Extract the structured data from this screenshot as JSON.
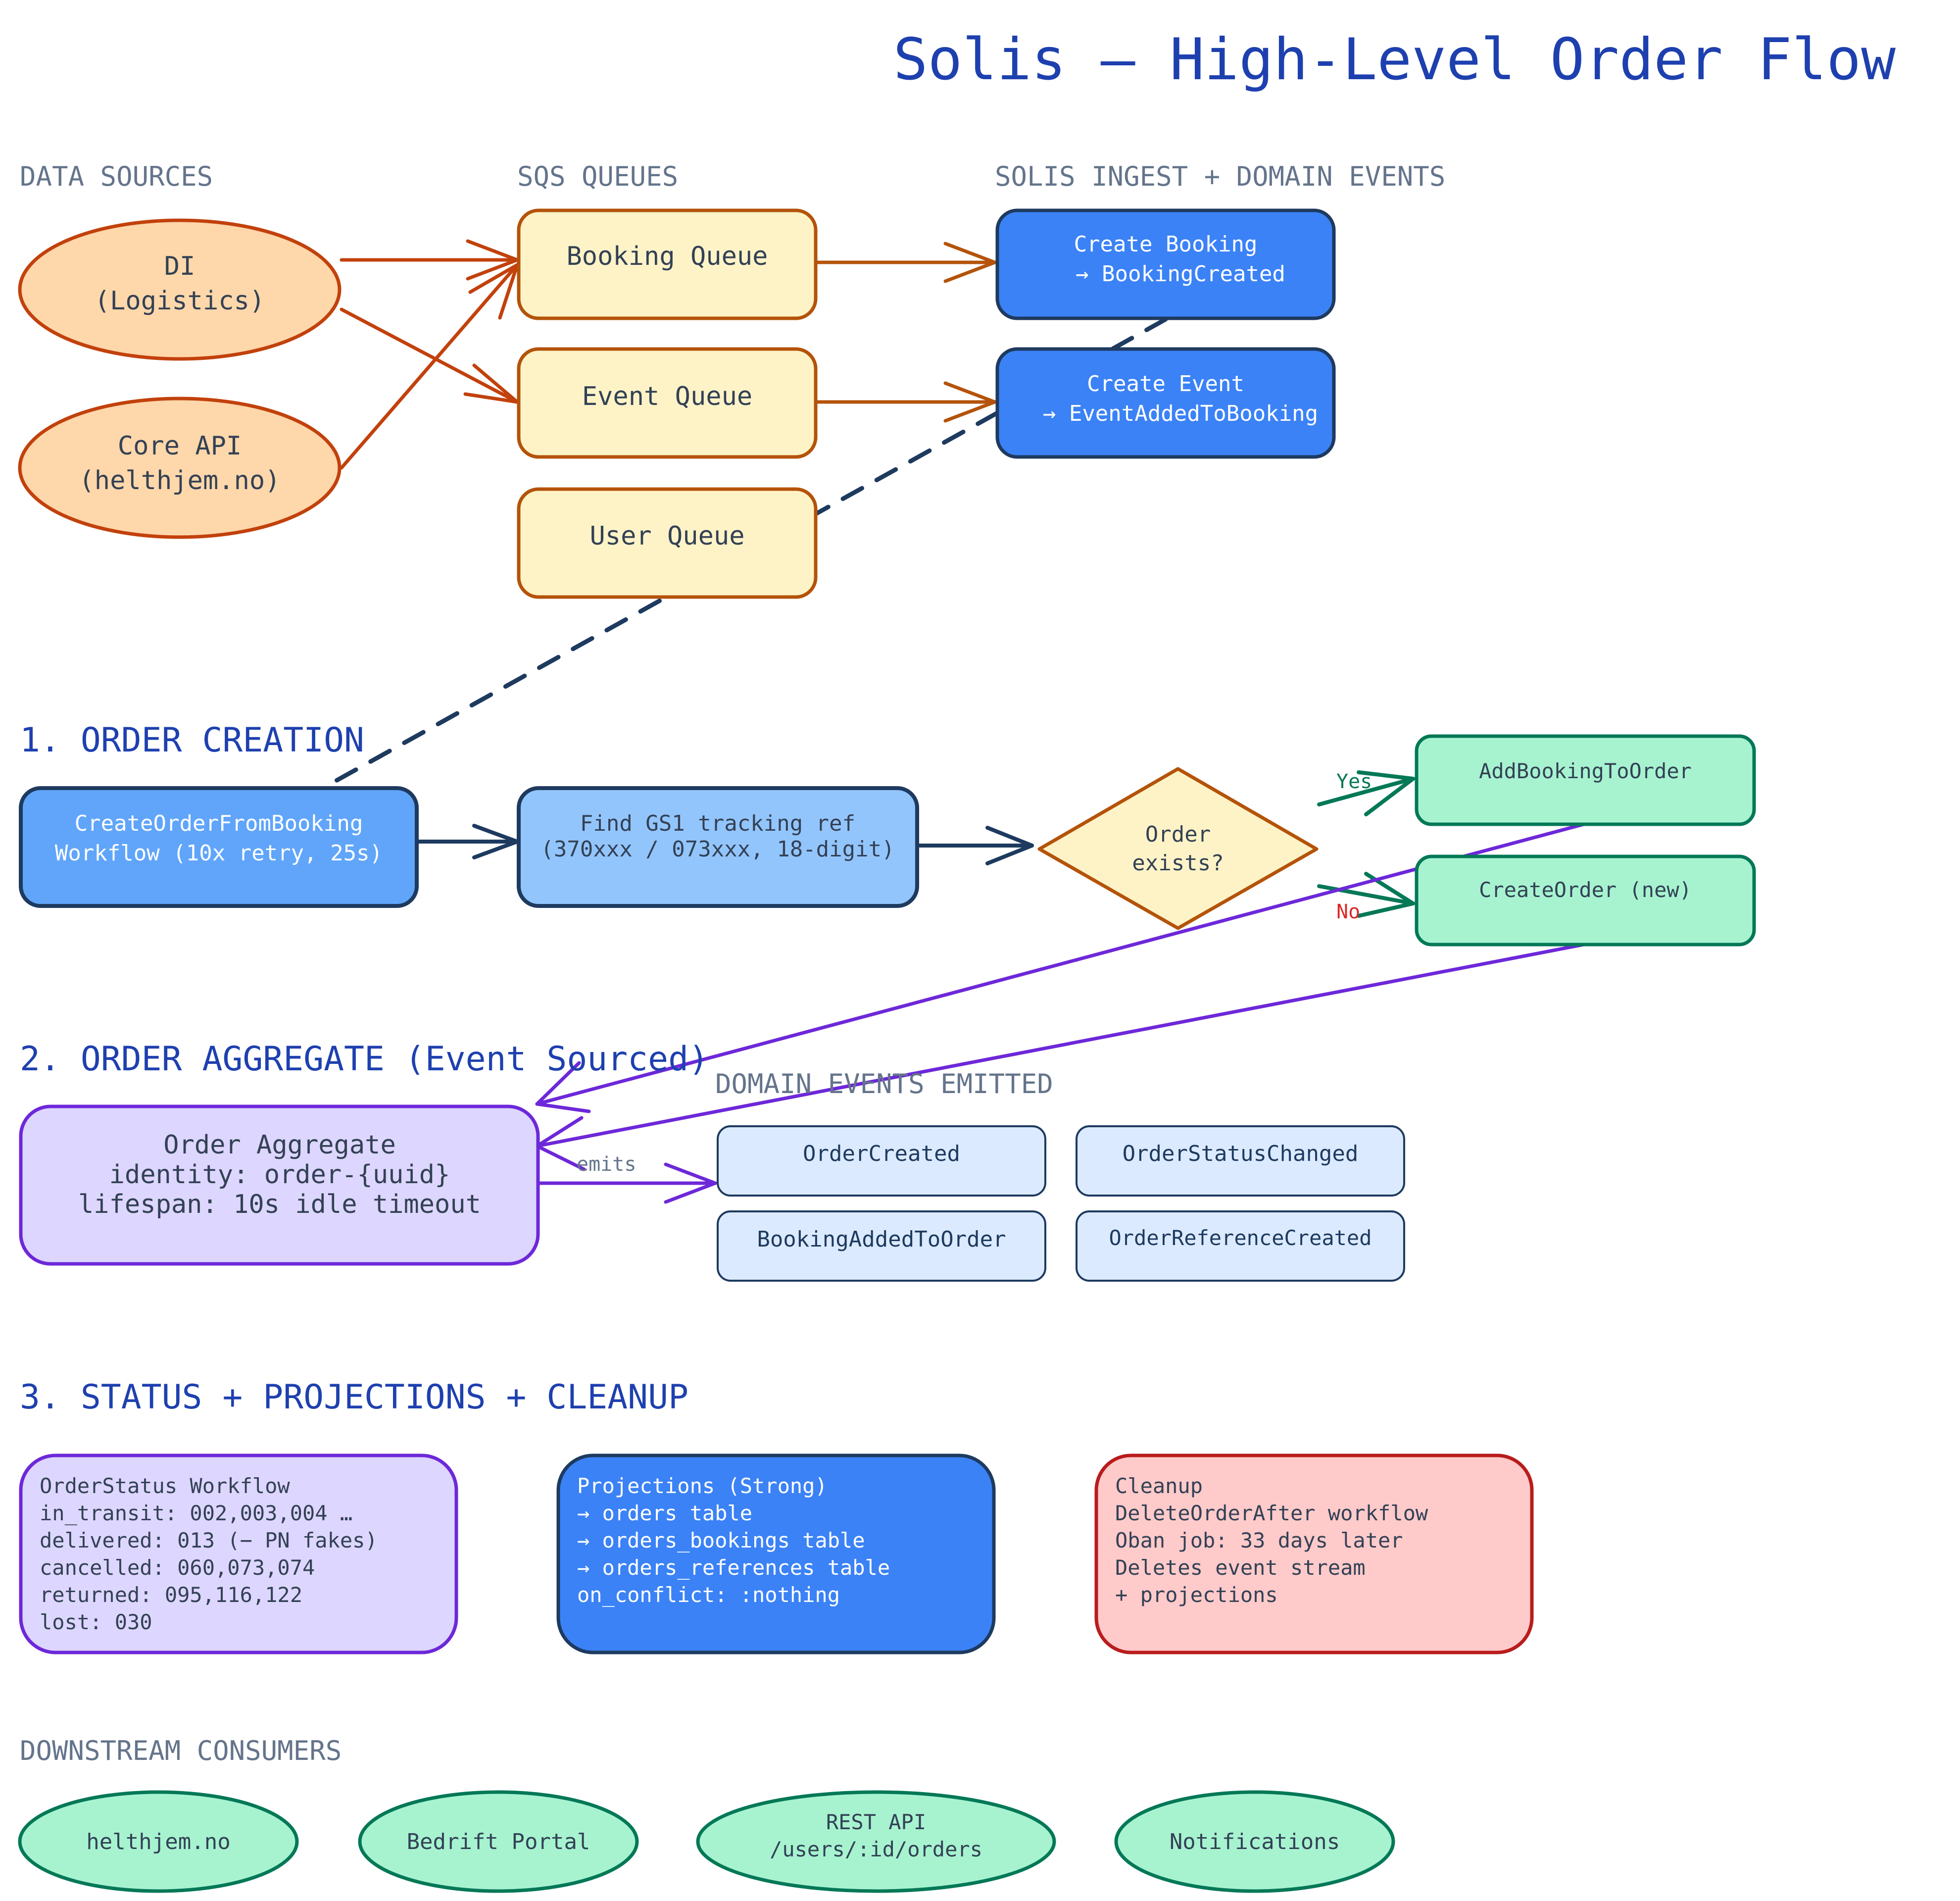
{
  "title": "Solis — High-Level Order Flow",
  "colors": {
    "title": "#1e40af",
    "label": "#64748b",
    "text_dark": "#334155",
    "orange_stroke": "#c2410c",
    "queue_fill": "#fef3c7",
    "queue_stroke": "#b45309",
    "source_fill": "#fed7aa",
    "blue_fill": "#3b82f6",
    "blue_stroke": "#1e3a5f",
    "mid_blue_fill": "#60a5fa",
    "light_blue_fill": "#93c5fd",
    "event_fill": "#dbeafe",
    "green_fill": "#a7f3d0",
    "green_stroke": "#047857",
    "purple_fill": "#ddd6fe",
    "purple_stroke": "#6d28d9",
    "red_fill": "#fecaca",
    "red_stroke": "#b91c1c",
    "no_label": "#dc2626"
  },
  "labels": {
    "data_sources": "DATA SOURCES",
    "sqs_queues": "SQS QUEUES",
    "ingest": "SOLIS INGEST + DOMAIN EVENTS",
    "domain_events_emitted": "DOMAIN EVENTS EMITTED",
    "downstream": "DOWNSTREAM CONSUMERS"
  },
  "sections": {
    "s1": "1. ORDER CREATION",
    "s2": "2. ORDER AGGREGATE (Event Sourced)",
    "s3": "3. STATUS + PROJECTIONS + CLEANUP"
  },
  "sources": [
    {
      "lines": [
        "DI",
        "(Logistics)"
      ]
    },
    {
      "lines": [
        "Core API",
        "(helthjem.no)"
      ]
    }
  ],
  "queues": [
    {
      "label": "Booking Queue"
    },
    {
      "label": "Event Queue"
    },
    {
      "label": "User Queue"
    }
  ],
  "ingest": [
    {
      "lines": [
        "Create Booking",
        "→ BookingCreated"
      ]
    },
    {
      "lines": [
        "Create Event",
        "→ EventAddedToBooking"
      ]
    }
  ],
  "creation": {
    "workflow": {
      "lines": [
        "CreateOrderFromBooking",
        "Workflow (10x retry, 25s)"
      ]
    },
    "find_ref": {
      "lines": [
        "Find GS1 tracking ref",
        "(370xxx / 073xxx, 18-digit)"
      ]
    },
    "decision": {
      "lines": [
        "Order",
        "exists?"
      ]
    },
    "yes_label": "Yes",
    "no_label": "No",
    "yes_target": "AddBookingToOrder",
    "no_target": "CreateOrder (new)"
  },
  "aggregate": {
    "lines": [
      "Order Aggregate",
      "identity: order-{uuid}",
      "lifespan: 10s idle timeout"
    ],
    "emits_label": "emits"
  },
  "domain_events": [
    "OrderCreated",
    "OrderStatusChanged",
    "BookingAddedToOrder",
    "OrderReferenceCreated"
  ],
  "status_box": {
    "lines": [
      "OrderStatus Workflow",
      "in_transit: 002,003,004 …",
      "delivered: 013 (− PN fakes)",
      "cancelled: 060,073,074",
      "returned: 095,116,122",
      "lost: 030"
    ]
  },
  "projections_box": {
    "lines": [
      "Projections (Strong)",
      "→ orders table",
      "→ orders_bookings table",
      "→ orders_references table",
      "on_conflict: :nothing"
    ]
  },
  "cleanup_box": {
    "lines": [
      "Cleanup",
      "DeleteOrderAfter workflow",
      "Oban job: 33 days later",
      "Deletes event stream",
      "+ projections"
    ]
  },
  "consumers": [
    {
      "lines": [
        "helthjem.no"
      ]
    },
    {
      "lines": [
        "Bedrift Portal"
      ]
    },
    {
      "lines": [
        "REST API",
        "/users/:id/orders"
      ]
    },
    {
      "lines": [
        "Notifications"
      ]
    }
  ]
}
